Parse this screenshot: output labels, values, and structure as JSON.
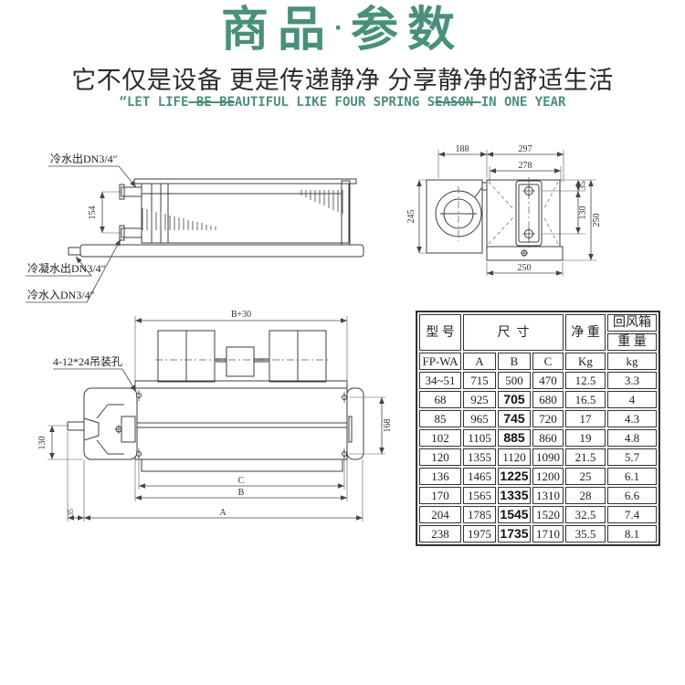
{
  "header": {
    "title_left": "商品",
    "title_dot": "·",
    "title_right": "参数",
    "subtitle": "它不仅是设备 更是传递静净 分享静净的舒适生活",
    "tagline_segments": [
      {
        "text": "“LET LIFE",
        "strike": false
      },
      {
        "text": " BE BE",
        "strike": true
      },
      {
        "text": "AUTIFUL LIKE FOUR SPRING S",
        "strike": false
      },
      {
        "text": "EASON ",
        "strike": true
      },
      {
        "text": "IN ONE YEAR",
        "strike": false
      }
    ]
  },
  "colors": {
    "accent": "#48907c",
    "text_dark": "#2b2b2b",
    "line": "#3c3c3c"
  },
  "side_view": {
    "label_water_out": "冷水出DN3/4″",
    "label_condensate_out": "冷凝水出DN3/4″",
    "label_water_in": "冷水入DN3/4″",
    "dim_154": "154"
  },
  "end_view": {
    "dim_188": "188",
    "dim_297": "297",
    "dim_278": "278",
    "dim_245": "245",
    "dim_35": "35",
    "dim_130": "130",
    "dim_250_right": "250",
    "dim_250_bottom": "250"
  },
  "plan_view": {
    "dim_b30": "B+30",
    "label_holes": "4-12*24吊装孔",
    "dim_130": "130",
    "dim_168": "168",
    "dim_35": "35",
    "dim_a": "A",
    "dim_b": "B",
    "dim_c": "C"
  },
  "table": {
    "header": {
      "model": "型 号",
      "dims": "尺  寸",
      "net_weight": "净 重",
      "box_line1": "回风箱",
      "box_line2": "重 量"
    },
    "subheader": [
      "FP-WA",
      "A",
      "B",
      "C",
      "Kg",
      "kg"
    ],
    "rows": [
      {
        "model": "34~51",
        "a": "715",
        "b": "500",
        "c": "470",
        "kg": "12.5",
        "box": "3.3"
      },
      {
        "model": "68",
        "a": "925",
        "b": "705",
        "c": "680",
        "kg": "16.5",
        "box": "4"
      },
      {
        "model": "85",
        "a": "965",
        "b": "745",
        "c": "720",
        "kg": "17",
        "box": "4.3"
      },
      {
        "model": "102",
        "a": "1105",
        "b": "885",
        "c": "860",
        "kg": "19",
        "box": "4.8"
      },
      {
        "model": "120",
        "a": "1355",
        "b": "1120",
        "c": "1090",
        "kg": "21.5",
        "box": "5.7"
      },
      {
        "model": "136",
        "a": "1465",
        "b": "1225",
        "c": "1200",
        "kg": "25",
        "box": "6.1"
      },
      {
        "model": "170",
        "a": "1565",
        "b": "1335",
        "c": "1310",
        "kg": "28",
        "box": "6.6"
      },
      {
        "model": "204",
        "a": "1785",
        "b": "1545",
        "c": "1520",
        "kg": "32.5",
        "box": "7.4"
      },
      {
        "model": "238",
        "a": "1975",
        "b": "1735",
        "c": "1710",
        "kg": "35.5",
        "box": "8.1"
      }
    ]
  }
}
